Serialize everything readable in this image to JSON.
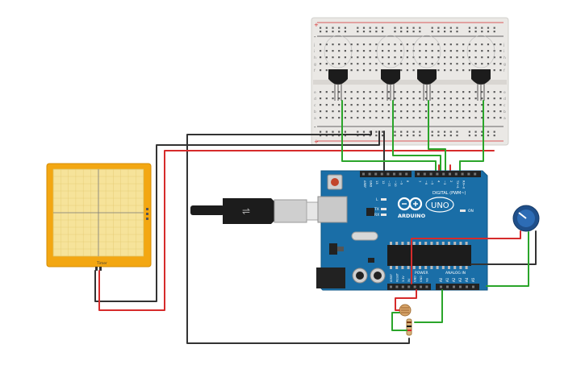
{
  "canvas": {
    "background": "#ffffff"
  },
  "arduino": {
    "brand": "ARDUINO",
    "model": "UNO",
    "digital_label": "DIGITAL (PWM~)",
    "analog_label": "ANALOG IN",
    "power_label": "POWER",
    "aref_label": "AREF",
    "gnd_label": "GND",
    "led_l": "L",
    "led_tx": "TX",
    "led_rx": "RX",
    "led_on": "ON",
    "analog_pins": [
      "A0",
      "A1",
      "A2",
      "A3",
      "A4",
      "A5"
    ],
    "power_pins": [
      "IOREF",
      "RESET",
      "3.3V",
      "5V",
      "GND",
      "GND",
      "Vin"
    ],
    "digital_pins": [
      "13",
      "12",
      "~11",
      "~10",
      "~9",
      "8",
      "7",
      "~6",
      "~5",
      "4",
      "~3",
      "2",
      "TX→1",
      "RX←0"
    ],
    "board_color": "#1a6ea7"
  },
  "breadboard": {
    "row_letters_top": [
      "j",
      "i",
      "h",
      "g",
      "f"
    ],
    "row_letters_bottom": [
      "e",
      "d",
      "c",
      "b",
      "a"
    ],
    "plus_sign": "+",
    "minus_sign": "-"
  },
  "plotter": {
    "label": "Timer",
    "frame_color": "#f3a712",
    "screen_color": "#f6e39a"
  },
  "colors": {
    "wire_green": "#2aa52a",
    "wire_red": "#d62b2b",
    "wire_black": "#333333",
    "component_black": "#1c1c1c"
  },
  "components": {
    "ir_sensors": 4,
    "potentiometer": "potentiometer",
    "photoresistor": "photoresistor",
    "resistor": "resistor",
    "usb_cable": "usb-cable"
  }
}
